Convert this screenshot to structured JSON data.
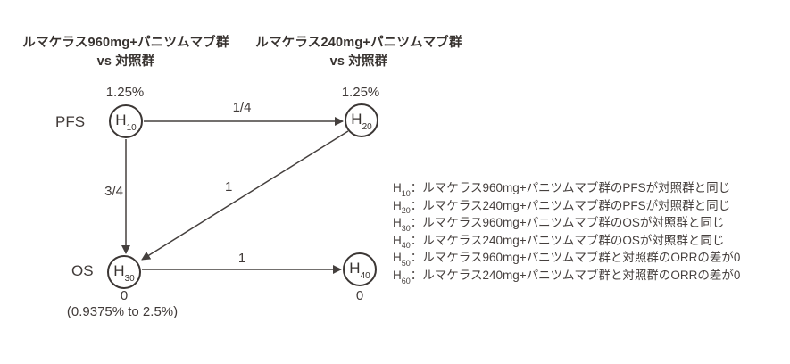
{
  "headers": {
    "left": {
      "line1": "ルマケラス960mg+パニツムマブ群",
      "line2": "vs 対照群"
    },
    "right": {
      "line1": "ルマケラス240mg+パニツムマブ群",
      "line2": "vs 対照群"
    }
  },
  "rows": {
    "pfs_label": "PFS",
    "os_label": "OS"
  },
  "nodes": {
    "h10": {
      "label": "H",
      "sub": "10",
      "alpha": "1.25%"
    },
    "h20": {
      "label": "H",
      "sub": "20",
      "alpha": "1.25%"
    },
    "h30": {
      "label": "H",
      "sub": "30",
      "alpha": "0",
      "alpha_range": "(0.9375% to 2.5%)"
    },
    "h40": {
      "label": "H",
      "sub": "40",
      "alpha": "0"
    }
  },
  "edges": {
    "h10_to_h20_weight": "1/4",
    "h10_to_h30_weight": "3/4",
    "h20_to_h30_weight": "1",
    "h30_to_h40_weight": "1"
  },
  "legend": {
    "separator": "：",
    "items": [
      {
        "label": "H",
        "sub": "10",
        "text": "ルマケラス960mg+パニツムマブ群のPFSが対照群と同じ"
      },
      {
        "label": "H",
        "sub": "20",
        "text": "ルマケラス240mg+パニツムマブ群のPFSが対照群と同じ"
      },
      {
        "label": "H",
        "sub": "30",
        "text": "ルマケラス960mg+パニツムマブ群のOSが対照群と同じ"
      },
      {
        "label": "H",
        "sub": "40",
        "text": "ルマケラス240mg+パニツムマブ群のOSが対照群と同じ"
      },
      {
        "label": "H",
        "sub": "50",
        "text": "ルマケラス960mg+パニツムマブ群と対照群のORRの差が0"
      },
      {
        "label": "H",
        "sub": "60",
        "text": "ルマケラス240mg+パニツムマブ群と対照群のORRの差が0"
      }
    ]
  },
  "colors": {
    "text": "#403a38",
    "line": "#45403e",
    "background": "#ffffff"
  }
}
